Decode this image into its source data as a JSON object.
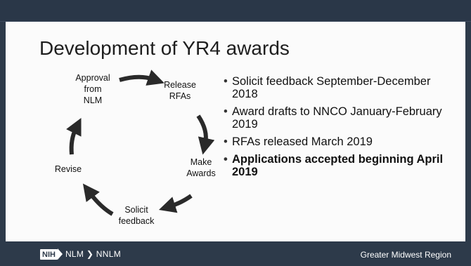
{
  "slide": {
    "title": "Development of YR4 awards",
    "cycle": {
      "approval_line1": "Approval",
      "approval_line2": "from",
      "approval_line3": "NLM",
      "release_line1": "Release",
      "release_line2": "RFAs",
      "make_line1": "Make",
      "make_line2": "Awards",
      "solicit_line1": "Solicit",
      "solicit_line2": "feedback",
      "revise": "Revise",
      "arrow_color": "#2a2a2a"
    },
    "bullets": [
      {
        "text": "Solicit feedback September-December 2018",
        "bold": false
      },
      {
        "text": "Award drafts to NNCO January-February 2019",
        "bold": false
      },
      {
        "text": "RFAs released March 2019",
        "bold": false
      },
      {
        "text": "Applications accepted beginning April 2019",
        "bold": true
      }
    ]
  },
  "footer": {
    "logo_nih": "NIH",
    "logo_text": "NLM ❯ NNLM",
    "region": "Greater Midwest Region"
  },
  "colors": {
    "frame": "#2d3a4a",
    "content_bg": "#fbfbfb",
    "text": "#111111"
  }
}
